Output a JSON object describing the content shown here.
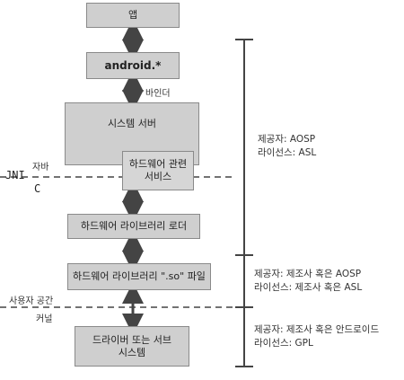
{
  "layers": {
    "app": "앱",
    "framework": "android.*",
    "binder": "바인더",
    "system_server": "시스템 서버",
    "hw_service_line1": "하드웨어 관련",
    "hw_service_line2": "서비스",
    "hal_loader": "하드웨어 라이브러리 로더",
    "hal_so": "하드웨어 라이브러리 \".so\" 파일",
    "driver_line1": "드라이버 또는 서브",
    "driver_line2": "시스템"
  },
  "boundaries": {
    "jni": "JNI",
    "java": "자바",
    "c": "C",
    "user_space": "사용자 공간",
    "kernel": "커널"
  },
  "licenses": {
    "aosp": {
      "provider": "제공자: AOSP",
      "license": "라이선스: ASL"
    },
    "vendor_aosp": {
      "provider": "제공자: 제조사 혹은 AOSP",
      "license": "라이선스: 제조사 혹은 ASL"
    },
    "vendor_kernel": {
      "provider": "제공자: 제조사 혹은 안드로이드",
      "license": "라이선스: GPL"
    }
  }
}
